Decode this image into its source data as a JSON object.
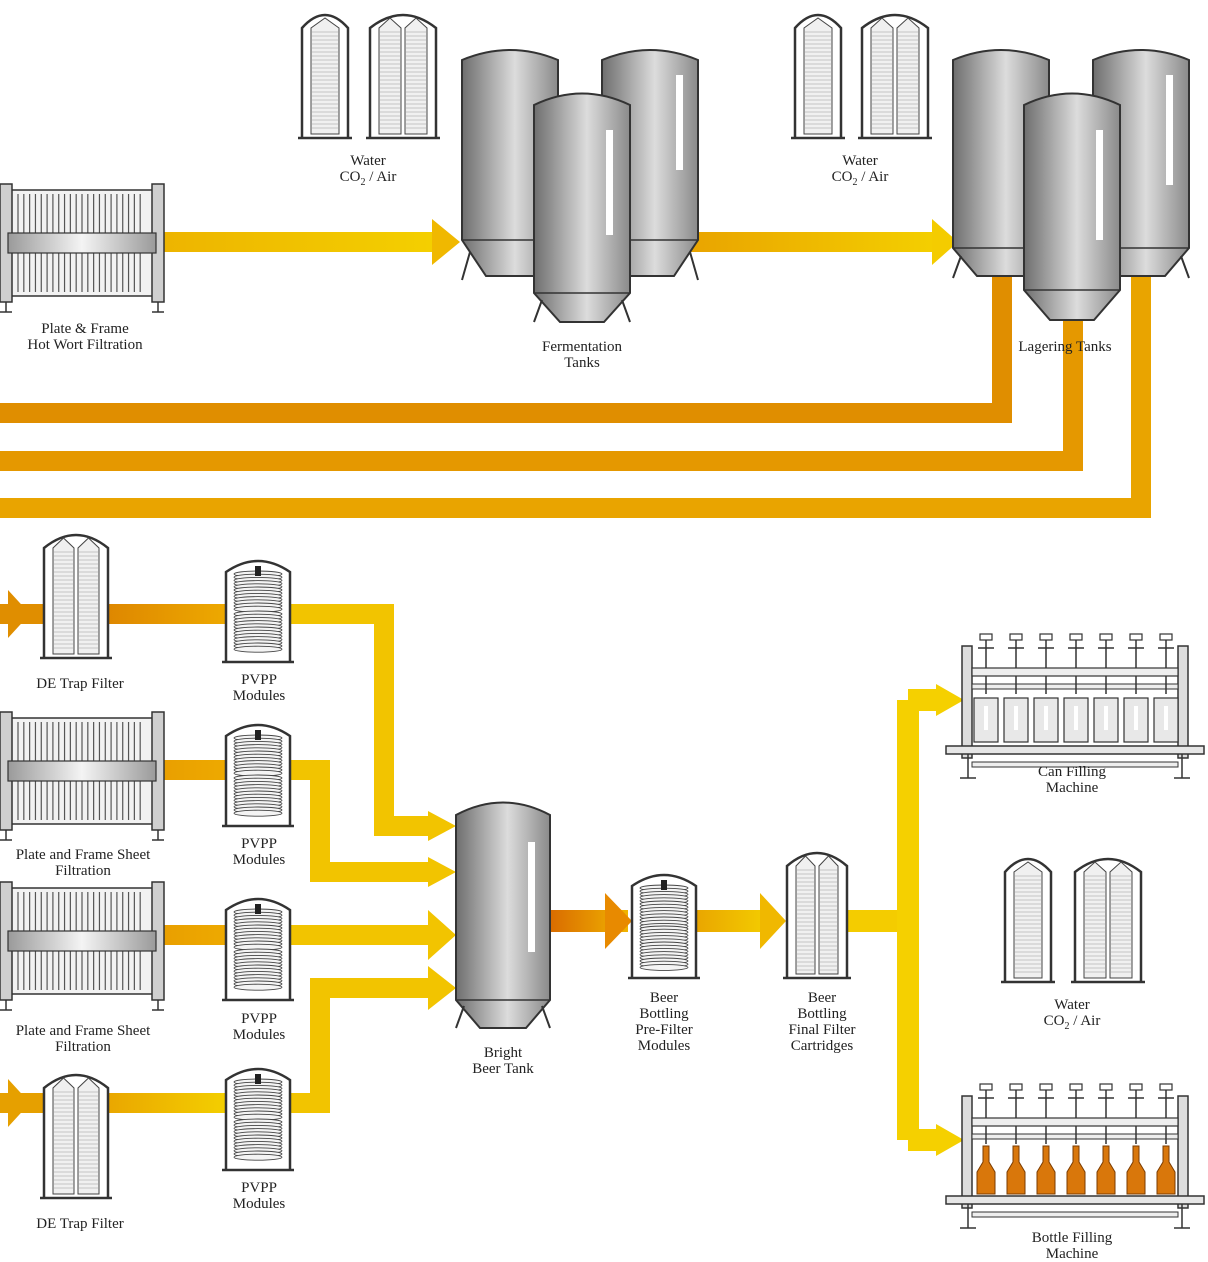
{
  "labels": {
    "hot_wort": [
      "Plate & Frame",
      "Hot Wort Filtration"
    ],
    "fermentation": [
      "Fermentation",
      "Tanks"
    ],
    "lagering": [
      "Lagering Tanks"
    ],
    "utility_top_left": [
      "Water",
      "CO₂ / Air"
    ],
    "utility_top_right": [
      "Water",
      "CO₂ / Air"
    ],
    "utility_bottom_right": [
      "Water",
      "CO₂ / Air"
    ],
    "de_trap_top": [
      "DE Trap Filter"
    ],
    "pvpp_1": [
      "PVPP",
      "Modules"
    ],
    "pvpp_2": [
      "PVPP",
      "Modules"
    ],
    "pvpp_3": [
      "PVPP",
      "Modules"
    ],
    "pvpp_4": [
      "PVPP",
      "Modules"
    ],
    "sheet_filtration_1": [
      "Plate and Frame Sheet",
      "Filtration"
    ],
    "sheet_filtration_2": [
      "Plate and Frame Sheet",
      "Filtration"
    ],
    "de_trap_bottom": [
      "DE Trap Filter"
    ],
    "bright_beer": [
      "Bright",
      "Beer Tank"
    ],
    "pre_filter": [
      "Beer",
      "Bottling",
      "Pre-Filter",
      "Modules"
    ],
    "final_filter": [
      "Beer",
      "Bottling",
      "Final Filter",
      "Cartridges"
    ],
    "can_filling": [
      "Can Filling",
      "Machine"
    ],
    "bottle_filling": [
      "Bottle Filling",
      "Machine"
    ]
  },
  "colors": {
    "pipe_yellow": "#f2c500",
    "pipe_orange": "#e08a00",
    "tank_dark": "#707070",
    "tank_light": "#d8d8d8",
    "bottle_amber": "#d9770b"
  }
}
